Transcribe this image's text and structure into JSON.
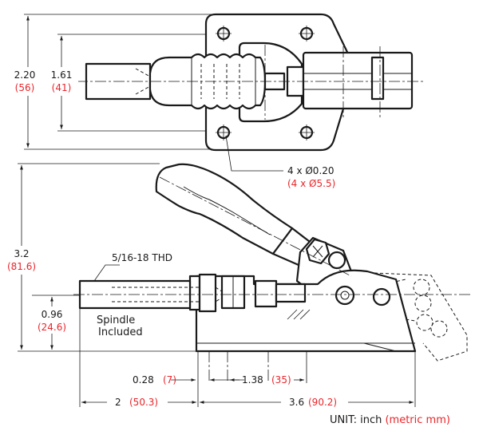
{
  "dimensions": {
    "top_height": {
      "imperial": "2.20",
      "metric": "(56)"
    },
    "top_hole_spacing": {
      "imperial": "1.61",
      "metric": "(41)"
    },
    "holes": {
      "imperial": "4 x Ø0.20",
      "metric": "(4 x Ø5.5)"
    },
    "side_height": {
      "imperial": "3.2",
      "metric": "(81.6)"
    },
    "thread": {
      "text": "5/16-18 THD"
    },
    "spindle_height": {
      "imperial": "0.96",
      "metric": "(24.6)"
    },
    "spindle_note": {
      "line1": "Spindle",
      "line2": "Included"
    },
    "base_offset": {
      "imperial": "0.28",
      "metric": "(7)"
    },
    "hole_pitch": {
      "imperial": "1.38",
      "metric": "(35)"
    },
    "stroke": {
      "imperial": "2",
      "metric": "(50.3)"
    },
    "length": {
      "imperial": "3.6",
      "metric": "(90.2)"
    }
  },
  "unit_note": {
    "prefix": "UNIT:  inch ",
    "metric": "(metric mm)"
  },
  "colors": {
    "line": "#1a1a1a",
    "metric": "#e8262b"
  }
}
